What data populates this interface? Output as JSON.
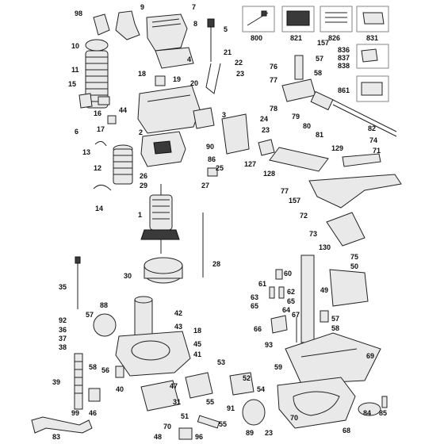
{
  "diagram": {
    "labels": [
      "98",
      "9",
      "7",
      "8",
      "10",
      "5",
      "11",
      "18",
      "19",
      "4",
      "21",
      "22",
      "23",
      "20",
      "15",
      "16",
      "44",
      "17",
      "6",
      "3",
      "24",
      "23",
      "90",
      "2",
      "13",
      "12",
      "26",
      "29",
      "86",
      "25",
      "27",
      "14",
      "1",
      "28",
      "30",
      "800",
      "821",
      "826",
      "831",
      "157",
      "57",
      "76",
      "58",
      "77",
      "836",
      "837",
      "838",
      "861",
      "78",
      "79",
      "80",
      "81",
      "82",
      "129",
      "74",
      "71",
      "127",
      "128",
      "77",
      "157",
      "72",
      "73",
      "130",
      "75",
      "50",
      "60",
      "61",
      "62",
      "63",
      "65",
      "64",
      "49",
      "65",
      "67",
      "66",
      "58",
      "57",
      "93",
      "59",
      "69",
      "35",
      "57",
      "92",
      "36",
      "37",
      "38",
      "88",
      "42",
      "43",
      "18",
      "45",
      "41",
      "58",
      "56",
      "40",
      "39",
      "99",
      "46",
      "53",
      "52",
      "54",
      "47",
      "31",
      "91",
      "55",
      "51",
      "55",
      "89",
      "23",
      "70",
      "70",
      "84",
      "85",
      "68",
      "48",
      "96",
      "83"
    ]
  }
}
